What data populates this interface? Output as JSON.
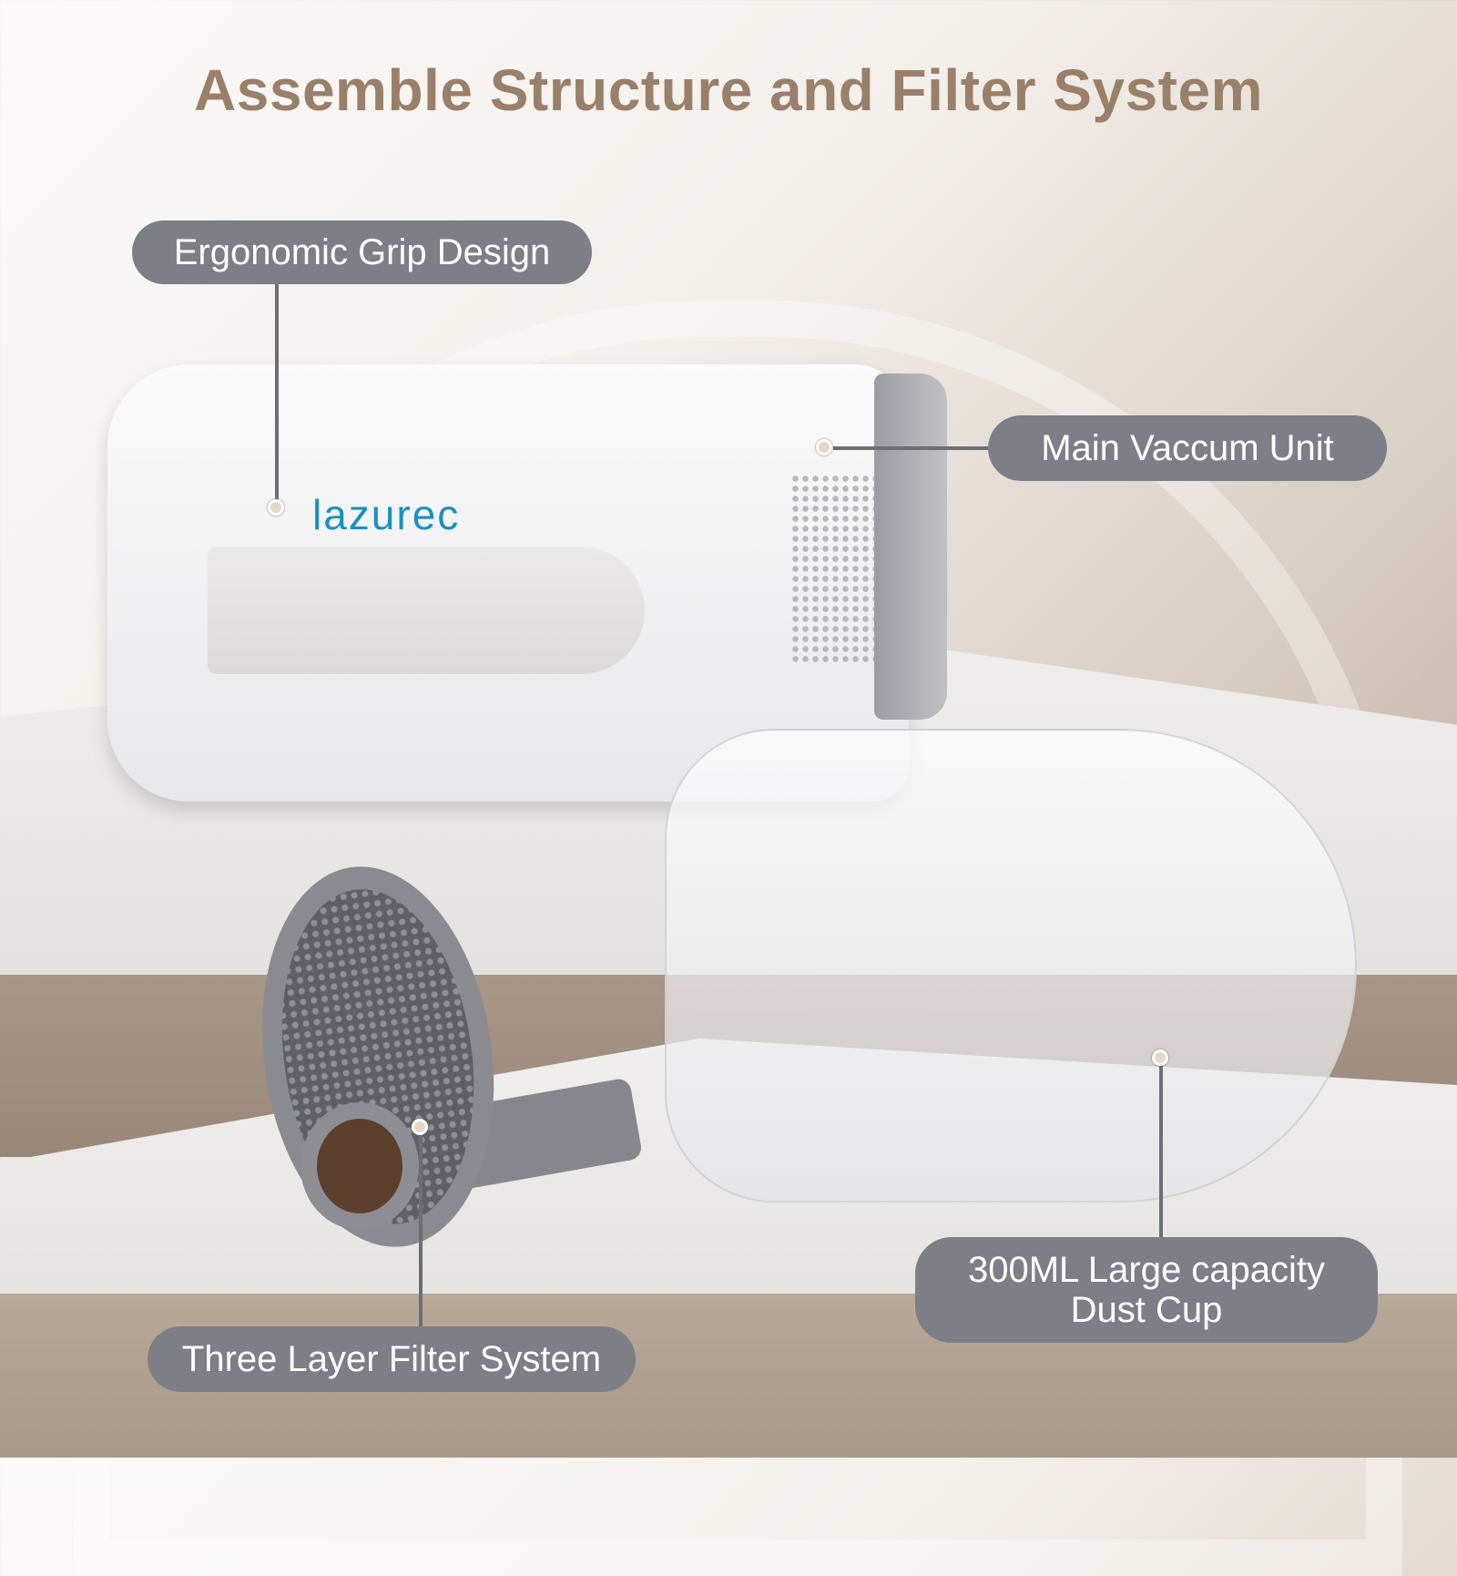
{
  "title": "Assemble Structure and Filter System",
  "brand": "lazurec",
  "labels": {
    "grip": "Ergonomic Grip Design",
    "main_unit": "Main Vaccum Unit",
    "dust_cup": "300ML Large capacity Dust Cup",
    "filter": "Three Layer Filter System"
  },
  "colors": {
    "title": "#9a8068",
    "label_bg": "#7d7f87",
    "brand": "#1b8fc6"
  }
}
